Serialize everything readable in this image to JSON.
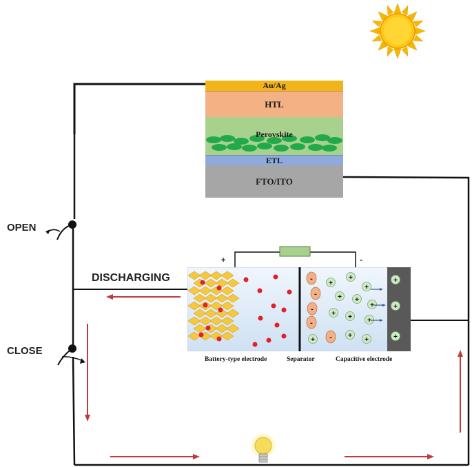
{
  "solar_cell": {
    "layers": [
      {
        "name": "Au/Ag",
        "color": "#f2b519"
      },
      {
        "name": "HTL",
        "color": "#f4b183"
      },
      {
        "name": "Perovskite",
        "color": "#a9d18e"
      },
      {
        "name": "ETL",
        "color": "#8faadc"
      },
      {
        "name": "FTO/ITO",
        "color": "#a6a6a6"
      }
    ]
  },
  "switches": {
    "open_label": "OPEN",
    "close_label": "CLOSE"
  },
  "mode_label": "DISCHARGING",
  "supercapacitor": {
    "positive_terminal": "+",
    "negative_terminal": "-",
    "captions": {
      "battery_electrode": "Battery-type electrode",
      "separator": "Separator",
      "capacitive_electrode": "Capacitive electrode"
    },
    "ion_plus": "+",
    "ion_minus": "-"
  },
  "colors": {
    "wire": "#111111",
    "current_arrow": "#c0393b",
    "red_ion": "#e0202a",
    "cation_fill": "#cfe8c6",
    "anion_fill": "#f2b08a",
    "diamond": "#f5c842",
    "ellipse": "#22a94a",
    "resistor": "#a9d18e",
    "collector": "#595959"
  }
}
